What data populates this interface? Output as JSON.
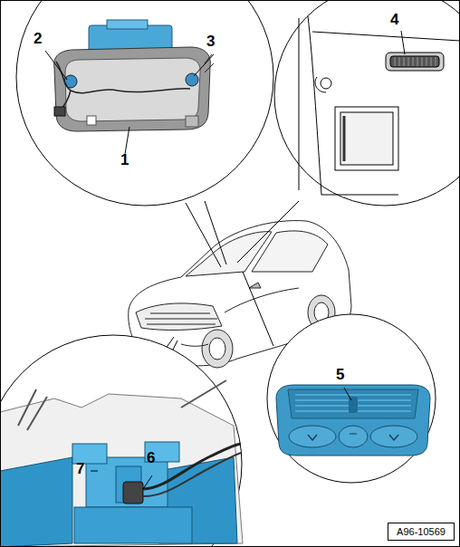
{
  "diagram": {
    "nodes": [
      {
        "text": [
          "A96-10569"
        ]
      }
    ],
    "labels": [
      "2",
      "3",
      "4",
      "1",
      "5",
      "7",
      "6"
    ]
  }
}
